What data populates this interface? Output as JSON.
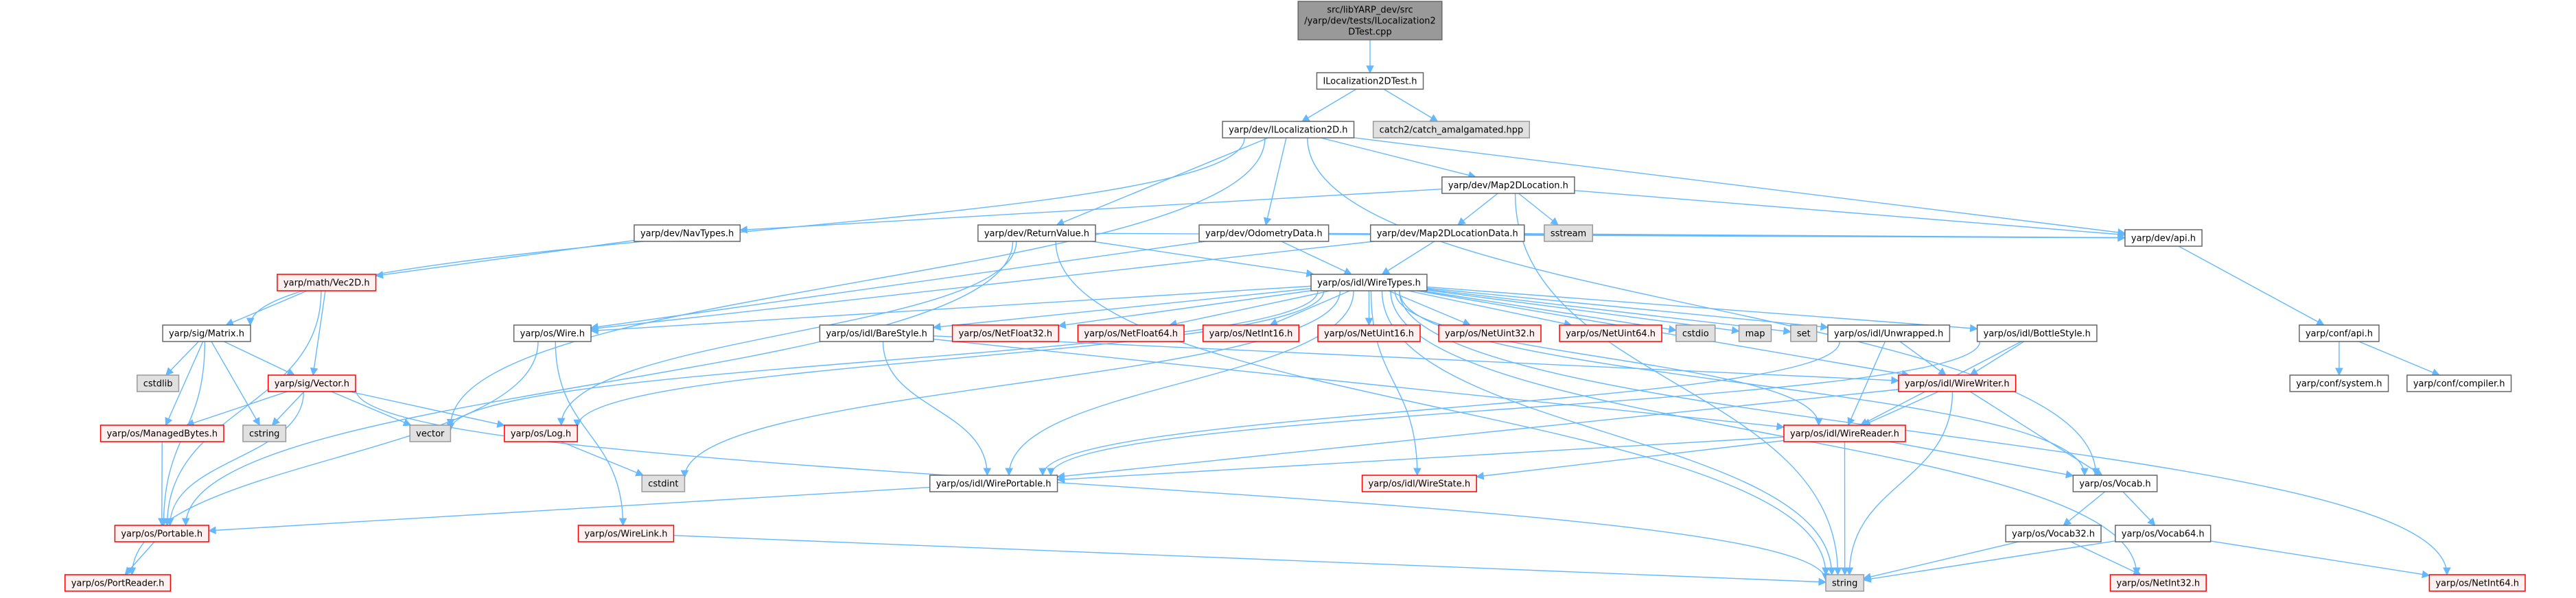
{
  "diagram": {
    "type": "include-dependency-graph",
    "colors": {
      "edge": "#63b8ff",
      "root_fill": "#999999",
      "root_border": "#666666",
      "normal_fill": "#ffffff",
      "normal_border": "#666666",
      "system_fill": "#e0e0e0",
      "system_border": "#999999",
      "truncated_fill": "#fff0f0",
      "truncated_border": "#ff0000"
    },
    "nodes": [
      {
        "id": "root",
        "label": "src/libYARP_dev/src\n/yarp/dev/tests/ILocalization2\nDTest.cpp",
        "kind": "root"
      },
      {
        "id": "test_h",
        "label": "ILocalization2DTest.h",
        "kind": "normal"
      },
      {
        "id": "iloc",
        "label": "yarp/dev/ILocalization2D.h",
        "kind": "normal"
      },
      {
        "id": "catch2",
        "label": "catch2/catch_amalgamated.hpp",
        "kind": "system"
      },
      {
        "id": "map2dloc",
        "label": "yarp/dev/Map2DLocation.h",
        "kind": "normal"
      },
      {
        "id": "navtypes",
        "label": "yarp/dev/NavTypes.h",
        "kind": "normal"
      },
      {
        "id": "retval",
        "label": "yarp/dev/ReturnValue.h",
        "kind": "normal"
      },
      {
        "id": "odom",
        "label": "yarp/dev/OdometryData.h",
        "kind": "normal"
      },
      {
        "id": "map2dlocdata",
        "label": "yarp/dev/Map2DLocationData.h",
        "kind": "normal"
      },
      {
        "id": "sstream",
        "label": "sstream",
        "kind": "system"
      },
      {
        "id": "devapi",
        "label": "yarp/dev/api.h",
        "kind": "normal"
      },
      {
        "id": "vec2d",
        "label": "yarp/math/Vec2D.h",
        "kind": "truncated"
      },
      {
        "id": "wiretypes",
        "label": "yarp/os/idl/WireTypes.h",
        "kind": "normal"
      },
      {
        "id": "matrix",
        "label": "yarp/sig/Matrix.h",
        "kind": "normal"
      },
      {
        "id": "wire",
        "label": "yarp/os/Wire.h",
        "kind": "normal"
      },
      {
        "id": "barestyle",
        "label": "yarp/os/idl/BareStyle.h",
        "kind": "normal"
      },
      {
        "id": "netfloat32",
        "label": "yarp/os/NetFloat32.h",
        "kind": "truncated"
      },
      {
        "id": "netfloat64",
        "label": "yarp/os/NetFloat64.h",
        "kind": "truncated"
      },
      {
        "id": "netint16",
        "label": "yarp/os/NetInt16.h",
        "kind": "truncated"
      },
      {
        "id": "netuint16",
        "label": "yarp/os/NetUint16.h",
        "kind": "truncated"
      },
      {
        "id": "netuint32",
        "label": "yarp/os/NetUint32.h",
        "kind": "truncated"
      },
      {
        "id": "netuint64",
        "label": "yarp/os/NetUint64.h",
        "kind": "truncated"
      },
      {
        "id": "cstdio",
        "label": "cstdio",
        "kind": "system"
      },
      {
        "id": "map",
        "label": "map",
        "kind": "system"
      },
      {
        "id": "set",
        "label": "set",
        "kind": "system"
      },
      {
        "id": "unwrapped",
        "label": "yarp/os/idl/Unwrapped.h",
        "kind": "normal"
      },
      {
        "id": "bottlestyle",
        "label": "yarp/os/idl/BottleStyle.h",
        "kind": "normal"
      },
      {
        "id": "confapi",
        "label": "yarp/conf/api.h",
        "kind": "normal"
      },
      {
        "id": "cstdlib",
        "label": "cstdlib",
        "kind": "system"
      },
      {
        "id": "sigvector",
        "label": "yarp/sig/Vector.h",
        "kind": "truncated"
      },
      {
        "id": "wirewriter",
        "label": "yarp/os/idl/WireWriter.h",
        "kind": "truncated"
      },
      {
        "id": "confsystem",
        "label": "yarp/conf/system.h",
        "kind": "normal"
      },
      {
        "id": "confcompiler",
        "label": "yarp/conf/compiler.h",
        "kind": "normal"
      },
      {
        "id": "managedbytes",
        "label": "yarp/os/ManagedBytes.h",
        "kind": "truncated"
      },
      {
        "id": "cstring",
        "label": "cstring",
        "kind": "system"
      },
      {
        "id": "vector",
        "label": "vector",
        "kind": "system"
      },
      {
        "id": "log",
        "label": "yarp/os/Log.h",
        "kind": "truncated"
      },
      {
        "id": "wirereader",
        "label": "yarp/os/idl/WireReader.h",
        "kind": "truncated"
      },
      {
        "id": "cstdint",
        "label": "cstdint",
        "kind": "system"
      },
      {
        "id": "wireportable",
        "label": "yarp/os/idl/WirePortable.h",
        "kind": "normal"
      },
      {
        "id": "wirestate",
        "label": "yarp/os/idl/WireState.h",
        "kind": "truncated"
      },
      {
        "id": "vocab",
        "label": "yarp/os/Vocab.h",
        "kind": "normal"
      },
      {
        "id": "portable",
        "label": "yarp/os/Portable.h",
        "kind": "truncated"
      },
      {
        "id": "wirelink",
        "label": "yarp/os/WireLink.h",
        "kind": "truncated"
      },
      {
        "id": "vocab32",
        "label": "yarp/os/Vocab32.h",
        "kind": "normal"
      },
      {
        "id": "vocab64",
        "label": "yarp/os/Vocab64.h",
        "kind": "normal"
      },
      {
        "id": "portreader",
        "label": "yarp/os/PortReader.h",
        "kind": "truncated"
      },
      {
        "id": "string",
        "label": "string",
        "kind": "system"
      },
      {
        "id": "netint32",
        "label": "yarp/os/NetInt32.h",
        "kind": "truncated"
      },
      {
        "id": "netint64",
        "label": "yarp/os/NetInt64.h",
        "kind": "truncated"
      }
    ],
    "edges": [
      [
        "root",
        "test_h"
      ],
      [
        "test_h",
        "iloc"
      ],
      [
        "test_h",
        "catch2"
      ],
      [
        "iloc",
        "map2dloc"
      ],
      [
        "iloc",
        "retval"
      ],
      [
        "iloc",
        "odom"
      ],
      [
        "iloc",
        "devapi"
      ],
      [
        "iloc",
        "matrix"
      ],
      [
        "iloc",
        "vector"
      ],
      [
        "iloc",
        "vocab"
      ],
      [
        "map2dloc",
        "navtypes"
      ],
      [
        "map2dloc",
        "map2dlocdata"
      ],
      [
        "map2dloc",
        "sstream"
      ],
      [
        "map2dloc",
        "devapi"
      ],
      [
        "map2dloc",
        "string"
      ],
      [
        "navtypes",
        "vec2d"
      ],
      [
        "retval",
        "wiretypes"
      ],
      [
        "retval",
        "devapi"
      ],
      [
        "retval",
        "portable"
      ],
      [
        "retval",
        "string"
      ],
      [
        "retval",
        "log"
      ],
      [
        "odom",
        "wiretypes"
      ],
      [
        "odom",
        "devapi"
      ],
      [
        "odom",
        "wire"
      ],
      [
        "map2dlocdata",
        "wiretypes"
      ],
      [
        "map2dlocdata",
        "devapi"
      ],
      [
        "map2dlocdata",
        "wire"
      ],
      [
        "devapi",
        "confapi"
      ],
      [
        "vec2d",
        "matrix"
      ],
      [
        "vec2d",
        "sigvector"
      ],
      [
        "vec2d",
        "portable"
      ],
      [
        "wiretypes",
        "wire"
      ],
      [
        "wiretypes",
        "barestyle"
      ],
      [
        "wiretypes",
        "netfloat32"
      ],
      [
        "wiretypes",
        "netfloat64"
      ],
      [
        "wiretypes",
        "netint16"
      ],
      [
        "wiretypes",
        "netuint16"
      ],
      [
        "wiretypes",
        "netuint32"
      ],
      [
        "wiretypes",
        "netuint64"
      ],
      [
        "wiretypes",
        "cstdio"
      ],
      [
        "wiretypes",
        "map"
      ],
      [
        "wiretypes",
        "set"
      ],
      [
        "wiretypes",
        "unwrapped"
      ],
      [
        "wiretypes",
        "bottlestyle"
      ],
      [
        "wiretypes",
        "wirewriter"
      ],
      [
        "wiretypes",
        "wirereader"
      ],
      [
        "wiretypes",
        "wireportable"
      ],
      [
        "wiretypes",
        "wirestate"
      ],
      [
        "wiretypes",
        "vocab"
      ],
      [
        "wiretypes",
        "log"
      ],
      [
        "wiretypes",
        "vector"
      ],
      [
        "wiretypes",
        "cstdint"
      ],
      [
        "wiretypes",
        "string"
      ],
      [
        "wiretypes",
        "netint32"
      ],
      [
        "wiretypes",
        "netint64"
      ],
      [
        "matrix",
        "cstdlib"
      ],
      [
        "matrix",
        "sigvector"
      ],
      [
        "matrix",
        "managedbytes"
      ],
      [
        "matrix",
        "cstring"
      ],
      [
        "matrix",
        "portable"
      ],
      [
        "wire",
        "wirelink"
      ],
      [
        "wire",
        "portreader"
      ],
      [
        "barestyle",
        "wireportable"
      ],
      [
        "barestyle",
        "wirewriter"
      ],
      [
        "barestyle",
        "wirereader"
      ],
      [
        "unwrapped",
        "wirewriter"
      ],
      [
        "unwrapped",
        "wirereader"
      ],
      [
        "unwrapped",
        "wireportable"
      ],
      [
        "bottlestyle",
        "wirewriter"
      ],
      [
        "bottlestyle",
        "wirereader"
      ],
      [
        "bottlestyle",
        "wireportable"
      ],
      [
        "confapi",
        "confsystem"
      ],
      [
        "confapi",
        "confcompiler"
      ],
      [
        "sigvector",
        "managedbytes"
      ],
      [
        "sigvector",
        "cstring"
      ],
      [
        "sigvector",
        "vector"
      ],
      [
        "sigvector",
        "log"
      ],
      [
        "sigvector",
        "portable"
      ],
      [
        "sigvector",
        "string"
      ],
      [
        "wirewriter",
        "wirereader"
      ],
      [
        "wirewriter",
        "vocab"
      ],
      [
        "wirewriter",
        "string"
      ],
      [
        "wirewriter",
        "wireportable"
      ],
      [
        "managedbytes",
        "portable"
      ],
      [
        "log",
        "cstdint"
      ],
      [
        "wirereader",
        "wirestate"
      ],
      [
        "wirereader",
        "wireportable"
      ],
      [
        "wirereader",
        "vocab"
      ],
      [
        "wirereader",
        "string"
      ],
      [
        "wireportable",
        "portable"
      ],
      [
        "vocab",
        "vocab32"
      ],
      [
        "vocab",
        "vocab64"
      ],
      [
        "portable",
        "portreader"
      ],
      [
        "wirelink",
        "string"
      ],
      [
        "vocab32",
        "string"
      ],
      [
        "vocab32",
        "netint32"
      ],
      [
        "vocab64",
        "string"
      ],
      [
        "vocab64",
        "netint64"
      ]
    ]
  }
}
